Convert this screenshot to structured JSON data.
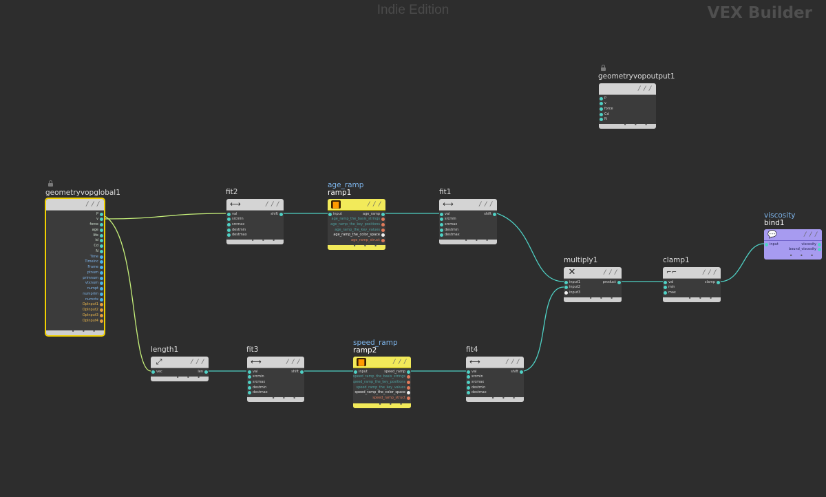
{
  "app": {
    "watermark": "Indie Edition",
    "context_label": "VEX Builder"
  },
  "colors": {
    "background": "#2d2d2d",
    "wire": "#4fd1c5",
    "wire_selected": "#c6f07a",
    "ramp_node": "#f2ea5a",
    "bind_node": "#a79bf0"
  },
  "nodes": {
    "global": {
      "name": "geometryvopglobal1",
      "icon": "lock-icon",
      "outputs": [
        "P",
        "v",
        "force",
        "age",
        "life",
        "id",
        "Cd",
        "N",
        "Time",
        "TimeInc",
        "Frame",
        "ptnum",
        "primnum",
        "vtxnum",
        "numpt",
        "numprim",
        "numvtx",
        "OpInput1",
        "OpInput2",
        "OpInput3",
        "OpInput4"
      ]
    },
    "output": {
      "name": "geometryvopoutput1",
      "icon": "lock-icon",
      "inputs": [
        "P",
        "v",
        "force",
        "Cd",
        "N"
      ]
    },
    "fit2": {
      "name": "fit2",
      "inputs": [
        "val",
        "srcmin",
        "srcmax",
        "destmin",
        "destmax"
      ],
      "outputs": [
        "shift"
      ]
    },
    "ramp1": {
      "subname": "age_ramp",
      "name": "ramp1",
      "inputs": [
        "input"
      ],
      "outputs": [
        "age_ramp"
      ],
      "params": [
        "age_ramp_the_basis_strings",
        "age_ramp_the_key_positions",
        "age_ramp_the_key_values",
        "age_ramp_the_color_space",
        "age_ramp_struct"
      ]
    },
    "fit1": {
      "name": "fit1",
      "inputs": [
        "val",
        "srcmin",
        "srcmax",
        "destmin",
        "destmax"
      ],
      "outputs": [
        "shift"
      ]
    },
    "multiply1": {
      "name": "multiply1",
      "inputs": [
        "input1",
        "input2",
        "input3"
      ],
      "outputs": [
        "product"
      ]
    },
    "clamp1": {
      "name": "clamp1",
      "inputs": [
        "val",
        "min",
        "max"
      ],
      "outputs": [
        "clamp"
      ]
    },
    "bind1": {
      "subname": "viscosity",
      "name": "bind1",
      "inputs": [
        "input"
      ],
      "outputs": [
        "viscosity",
        "bound_viscosity"
      ]
    },
    "length1": {
      "name": "length1",
      "inputs": [
        "vec"
      ],
      "outputs": [
        "len"
      ]
    },
    "fit3": {
      "name": "fit3",
      "inputs": [
        "val",
        "srcmin",
        "srcmax",
        "destmin",
        "destmax"
      ],
      "outputs": [
        "shift"
      ]
    },
    "ramp2": {
      "subname": "speed_ramp",
      "name": "ramp2",
      "inputs": [
        "input"
      ],
      "outputs": [
        "speed_ramp"
      ],
      "params": [
        "speed_ramp_the_basis_strings",
        "speed_ramp_the_key_positions",
        "speed_ramp_the_key_values",
        "speed_ramp_the_color_space",
        "speed_ramp_struct"
      ]
    },
    "fit4": {
      "name": "fit4",
      "inputs": [
        "val",
        "srcmin",
        "srcmax",
        "destmin",
        "destmax"
      ],
      "outputs": [
        "shift"
      ]
    }
  },
  "node_footer_dots": "• • •",
  "header_flags": "/ / /"
}
